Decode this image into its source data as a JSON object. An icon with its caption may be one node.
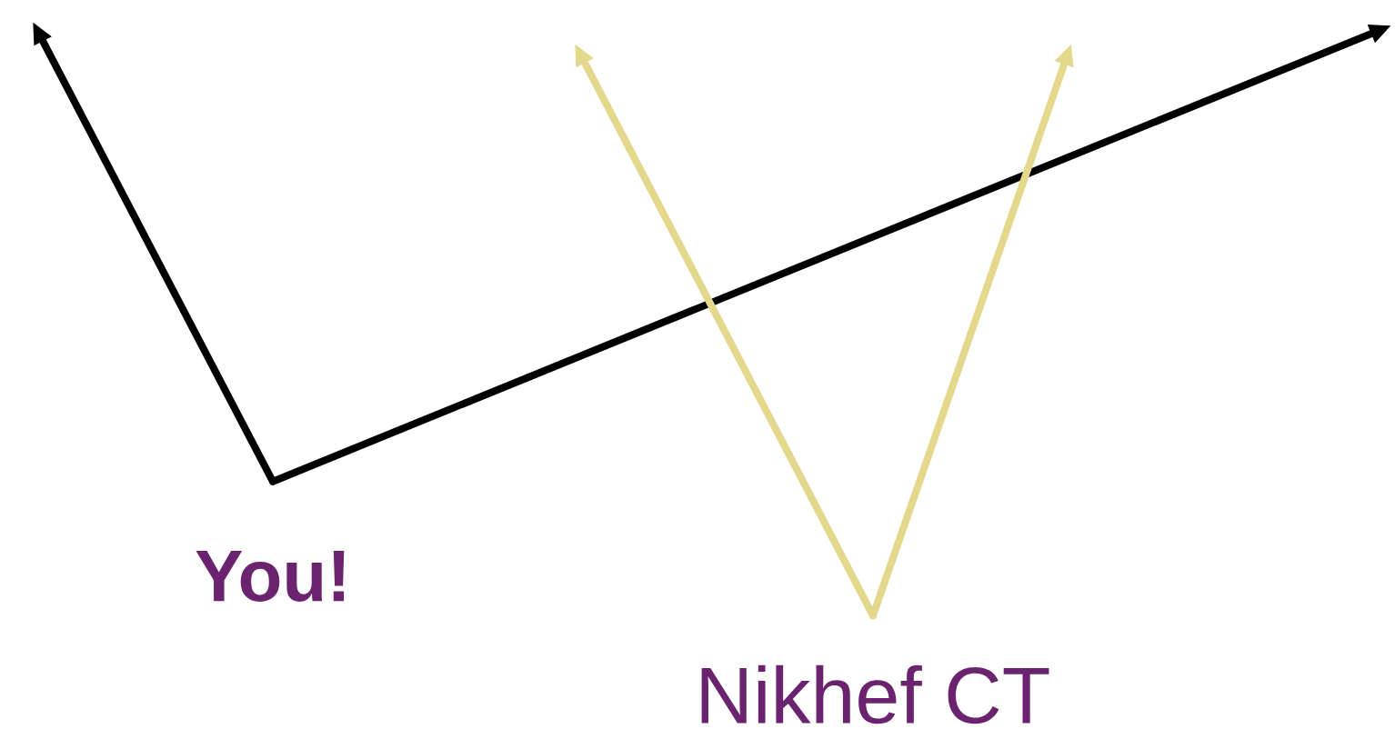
{
  "diagram": {
    "nodes": [
      {
        "text": [
          "You!"
        ]
      },
      {
        "text": [
          "Nikhef CT"
        ]
      }
    ],
    "edges": [
      {
        "from": 0,
        "to": null,
        "arrow": "to"
      },
      {
        "from": 0,
        "to": null,
        "arrow": "to"
      },
      {
        "from": 1,
        "to": null,
        "arrow": "to",
        "color": "#e3d88c"
      },
      {
        "from": 1,
        "to": null,
        "arrow": "to",
        "color": "#e3d88c"
      }
    ]
  }
}
